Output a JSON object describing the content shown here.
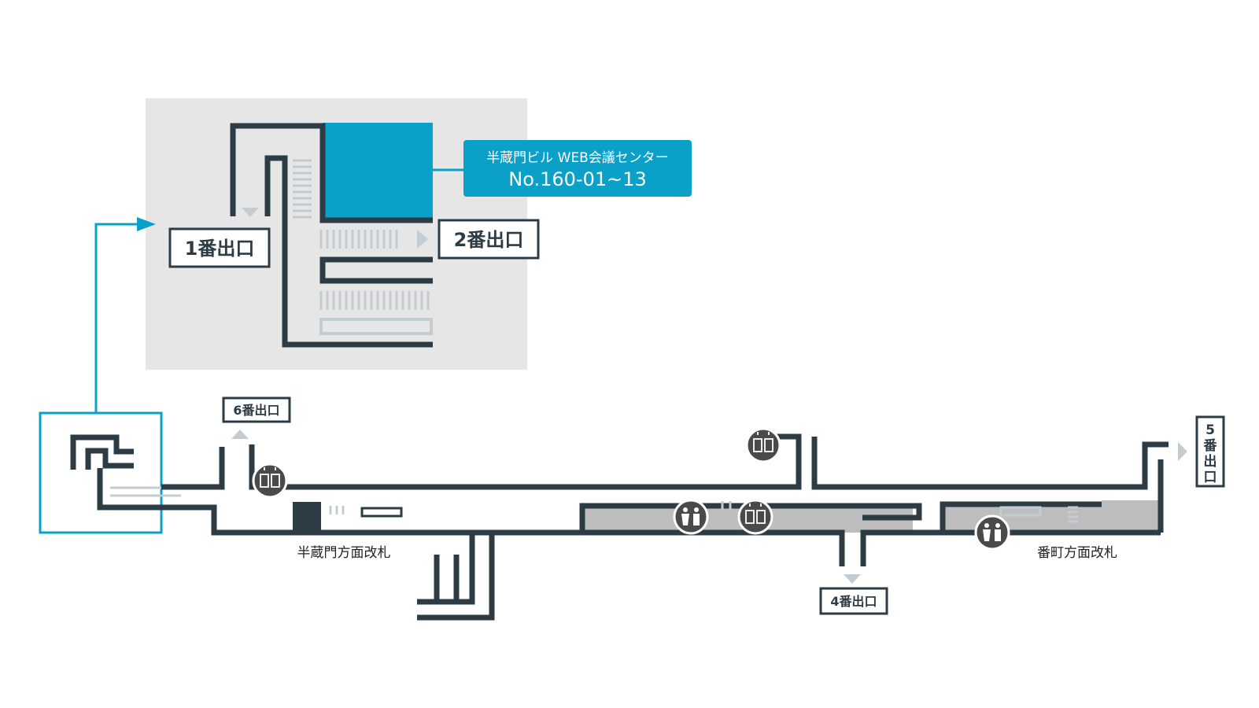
{
  "colors": {
    "wall": "#2d3b45",
    "accent": "#0aa0c8",
    "inset_bg": "#e6e6e6",
    "area_gray": "#bdbdbd",
    "arrow_gray": "#c3ccd2",
    "icon_bg": "#4a4a4a"
  },
  "callout": {
    "line1": "半蔵門ビル WEB会議センター",
    "line2": "No.160-01~13"
  },
  "exits": {
    "exit1": "1番出口",
    "exit2": "2番出口",
    "exit4": "4番出口",
    "exit5_chars": [
      "5",
      "番",
      "出",
      "口"
    ],
    "exit6": "6番出口"
  },
  "gates": {
    "hanzomon": "半蔵門方面改札",
    "bancho": "番町方面改札"
  },
  "icons": [
    "elevator-icon",
    "elevator-icon",
    "elevator-icon",
    "restroom-icon",
    "restroom-icon"
  ]
}
